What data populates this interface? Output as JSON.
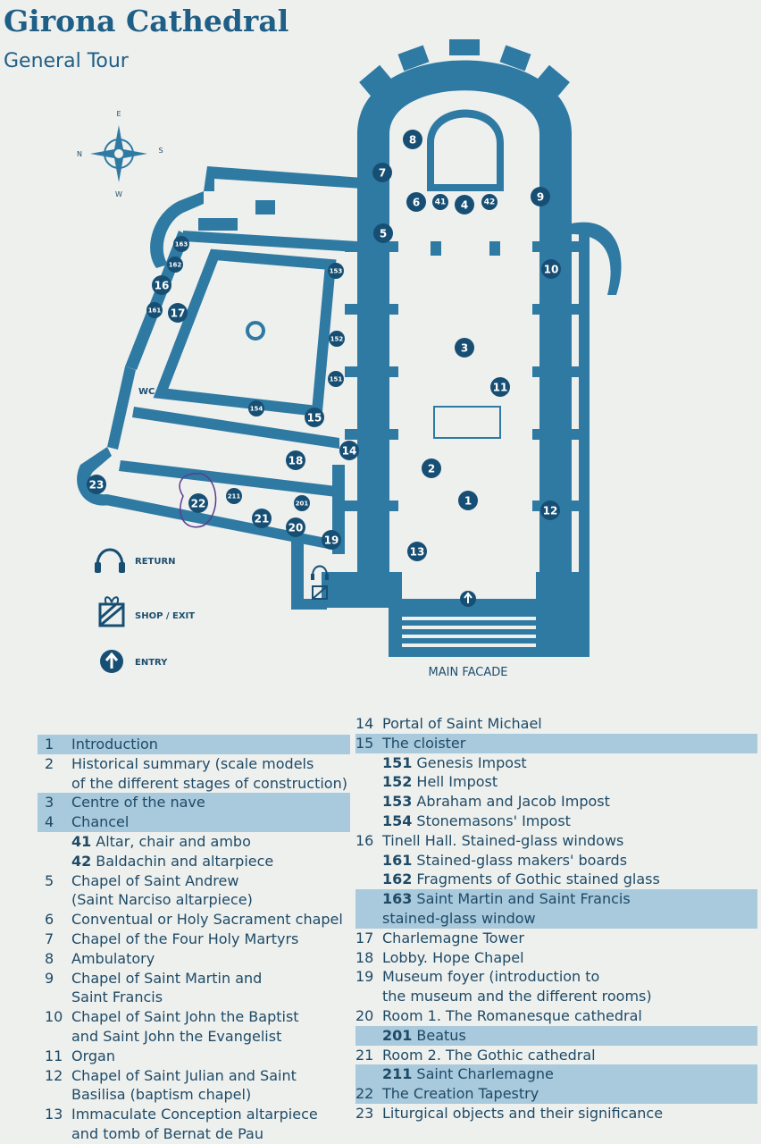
{
  "header": {
    "title": "Girona Cathedral",
    "subtitle": "General Tour"
  },
  "compass": {
    "n": "N",
    "e": "E",
    "s": "S",
    "w": "W"
  },
  "map": {
    "labels": {
      "wc": "WC",
      "main_facade": "MAIN FACADE"
    },
    "stop_markers": [
      "1",
      "2",
      "3",
      "4",
      "5",
      "6",
      "7",
      "8",
      "9",
      "10",
      "11",
      "12",
      "13",
      "14",
      "15",
      "16",
      "17",
      "18",
      "19",
      "20",
      "21",
      "22",
      "23",
      "41",
      "42",
      "151",
      "152",
      "153",
      "154",
      "161",
      "162",
      "163",
      "201",
      "211"
    ],
    "marker_color": "#174f74",
    "wall_color": "#2f7aa3"
  },
  "map_legend": {
    "return": "RETURN",
    "shop_exit": "SHOP / EXIT",
    "entry": "ENTRY"
  },
  "stops_col1": [
    {
      "num": "1",
      "text": "Introduction",
      "hl": true
    },
    {
      "num": "2",
      "text": "Historical summary (scale models",
      "hl": false
    },
    {
      "num": "",
      "text": "of the different stages of construction)",
      "hl": false
    },
    {
      "num": "3",
      "text": "Centre of the nave",
      "hl": true
    },
    {
      "num": "4",
      "text": "Chancel",
      "hl": true
    },
    {
      "num": "",
      "sub": "41",
      "text": "Altar, chair and ambo",
      "hl": false
    },
    {
      "num": "",
      "sub": "42",
      "text": "Baldachin and altarpiece",
      "hl": false
    },
    {
      "num": "5",
      "text": "Chapel of Saint Andrew",
      "hl": false
    },
    {
      "num": "",
      "text": "(Saint Narciso altarpiece)",
      "hl": false
    },
    {
      "num": "6",
      "text": "Conventual or Holy Sacrament chapel",
      "hl": false
    },
    {
      "num": "7",
      "text": "Chapel of the Four Holy Martyrs",
      "hl": false
    },
    {
      "num": "8",
      "text": "Ambulatory",
      "hl": false
    },
    {
      "num": "9",
      "text": "Chapel of Saint Martin and",
      "hl": false
    },
    {
      "num": "",
      "text": "Saint Francis",
      "hl": false
    },
    {
      "num": "10",
      "text": "Chapel of Saint John the Baptist",
      "hl": false
    },
    {
      "num": "",
      "text": "and Saint John the Evangelist",
      "hl": false
    },
    {
      "num": "11",
      "text": "Organ",
      "hl": false
    },
    {
      "num": "12",
      "text": "Chapel of Saint Julian and Saint",
      "hl": false
    },
    {
      "num": "",
      "text": "Basilisa (baptism chapel)",
      "hl": false
    },
    {
      "num": "13",
      "text": "Immaculate Conception altarpiece",
      "hl": false
    },
    {
      "num": "",
      "text": "and tomb of Bernat de Pau",
      "hl": false
    }
  ],
  "stops_col2": [
    {
      "num": "14",
      "text": "Portal of Saint Michael",
      "hl": false
    },
    {
      "num": "15",
      "text": "The cloister",
      "hl": true
    },
    {
      "num": "",
      "sub": "151",
      "text": "Genesis Impost",
      "hl": false
    },
    {
      "num": "",
      "sub": "152",
      "text": "Hell Impost",
      "hl": false
    },
    {
      "num": "",
      "sub": "153",
      "text": "Abraham and Jacob Impost",
      "hl": false
    },
    {
      "num": "",
      "sub": "154",
      "text": "Stonemasons' Impost",
      "hl": false
    },
    {
      "num": "16",
      "text": "Tinell Hall. Stained-glass windows",
      "hl": false
    },
    {
      "num": "",
      "sub": "161",
      "text": "Stained-glass makers' boards",
      "hl": false
    },
    {
      "num": "",
      "sub": "162",
      "text": "Fragments of Gothic stained glass",
      "hl": false
    },
    {
      "num": "",
      "sub": "163",
      "text": "Saint Martin and Saint Francis",
      "hl": true
    },
    {
      "num": "",
      "text": "stained-glass window",
      "hl": true
    },
    {
      "num": "17",
      "text": "Charlemagne Tower",
      "hl": false
    },
    {
      "num": "18",
      "text": "Lobby. Hope Chapel",
      "hl": false
    },
    {
      "num": "19",
      "text": "Museum foyer (introduction to",
      "hl": false
    },
    {
      "num": "",
      "text": "the museum and the different rooms)",
      "hl": false
    },
    {
      "num": "20",
      "text": "Room 1. The Romanesque cathedral",
      "hl": false
    },
    {
      "num": "",
      "sub": "201",
      "text": "Beatus",
      "hl": true
    },
    {
      "num": "21",
      "text": "Room 2. The Gothic cathedral",
      "hl": false
    },
    {
      "num": "",
      "sub": "211",
      "text": "Saint Charlemagne",
      "hl": true
    },
    {
      "num": "22",
      "text": "The Creation Tapestry",
      "hl": true
    },
    {
      "num": "23",
      "text": "Liturgical objects and their significance",
      "hl": false
    }
  ]
}
